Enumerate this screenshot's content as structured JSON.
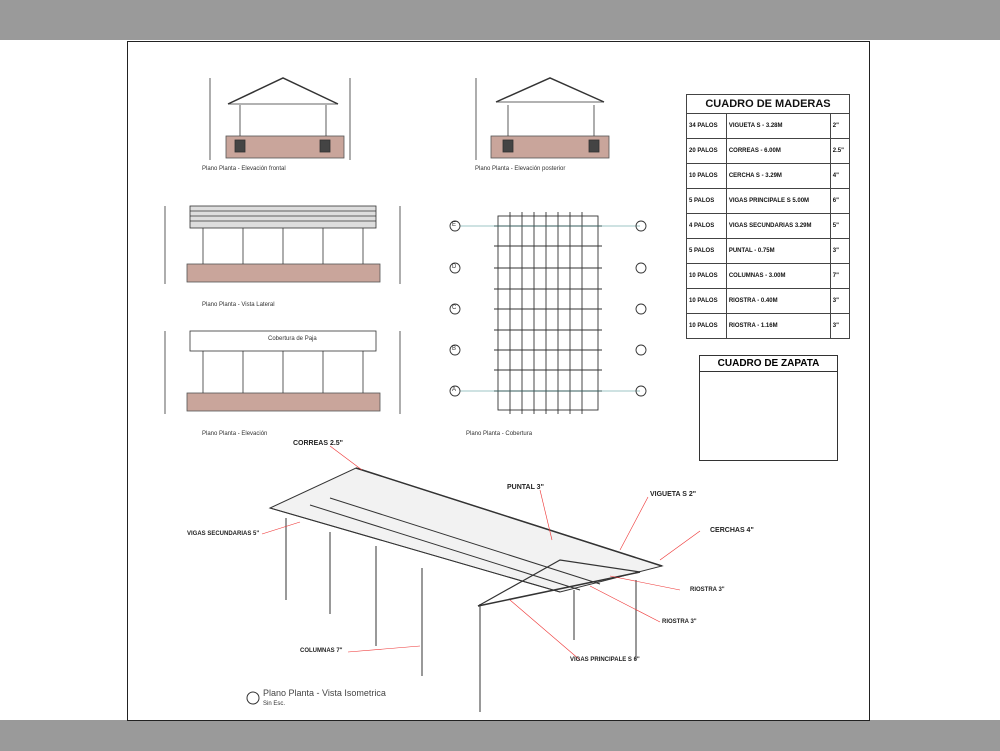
{
  "table": {
    "title": "CUADRO DE MADERAS",
    "rows": [
      [
        "34 PALOS",
        "VIGUETA S - 3.28M",
        "2\""
      ],
      [
        "20 PALOS",
        "CORREAS - 6.00M",
        "2.5\""
      ],
      [
        "10 PALOS",
        "CERCHA S - 3.29M",
        "4\""
      ],
      [
        "5 PALOS",
        "VIGAS PRINCIPALE S 5.00M",
        "6\""
      ],
      [
        "4 PALOS",
        "VIGAS SECUNDARIAS 3.29M",
        "5\""
      ],
      [
        "5 PALOS",
        "PUNTAL - 0.75M",
        "3\""
      ],
      [
        "10 PALOS",
        "COLUMNAS - 3.00M",
        "7\""
      ],
      [
        "10 PALOS",
        "RIOSTRA - 0.40M",
        "3\""
      ],
      [
        "10 PALOS",
        "RIOSTRA - 1.16M",
        "3\""
      ]
    ]
  },
  "zapata": {
    "title": "CUADRO DE ZAPATA"
  },
  "captions": {
    "front": "Plano Planta - Elevación frontal",
    "rear": "Plano Planta - Elevación posterior",
    "side": "Plano Planta - Vista Lateral",
    "elev": "Plano Planta - Elevación",
    "cover": "Plano Planta - Cobertura",
    "roof_text": "Cobertura de Paja",
    "iso": "Plano Planta - Vista Isometrica",
    "iso_scale": "Sin Esc."
  },
  "grid_labels": [
    "E",
    "D",
    "C",
    "B",
    "A"
  ],
  "labels": {
    "correas": "CORREAS 2.5\"",
    "puntal": "PUNTAL 3\"",
    "viguetas": "VIGUETA S 2\"",
    "cerchas": "CERCHAS 4\"",
    "vigas_sec": "VIGAS SECUNDARIAS 5\"",
    "riostra1": "RIOSTRA 3\"",
    "riostra2": "RIOSTRA 3\"",
    "columnas": "COLUMNAS 7\"",
    "vigas_pri": "VIGAS PRINCIPALE S 6\""
  }
}
